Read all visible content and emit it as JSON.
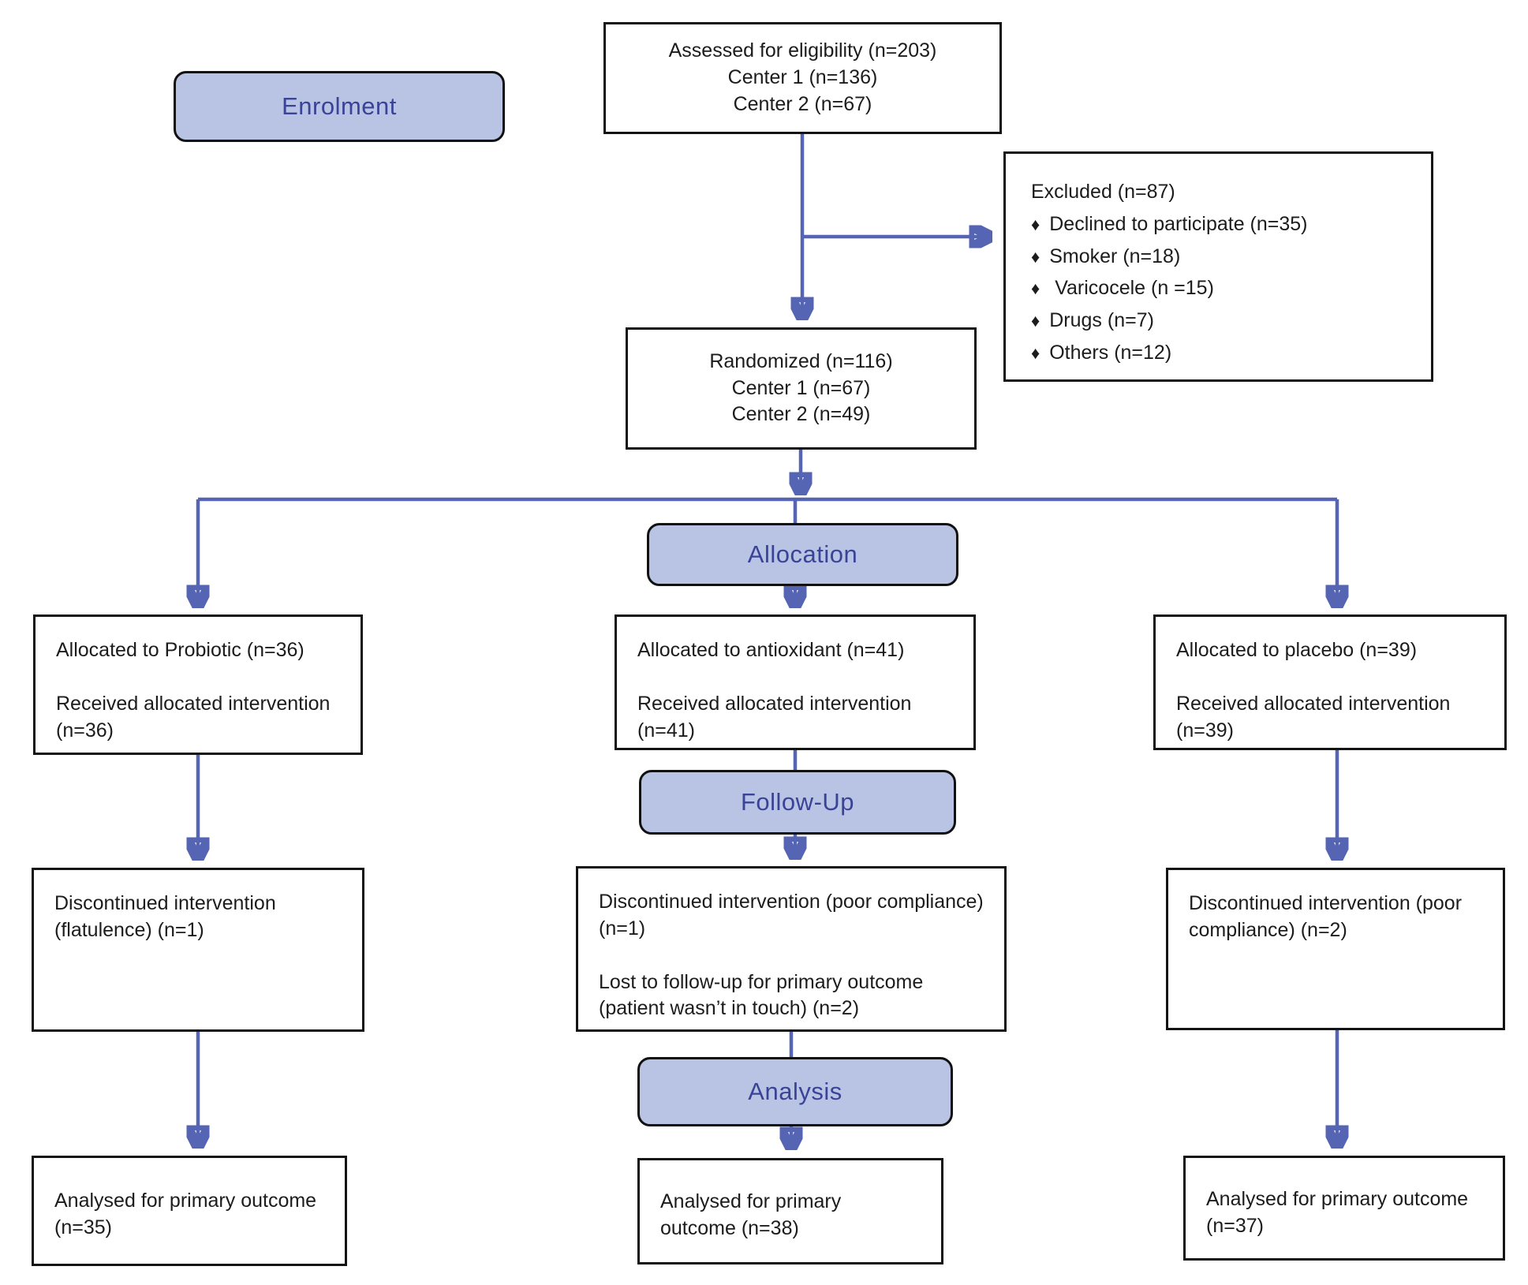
{
  "colors": {
    "arrow": "#5565b4",
    "band_fill": "#b9c4e4",
    "band_text": "#3b4397",
    "box_border": "#141414"
  },
  "stages": {
    "enrolment": "Enrolment",
    "allocation": "Allocation",
    "followup": "Follow-Up",
    "analysis": "Analysis"
  },
  "assessed": {
    "lines": [
      "Assessed for eligibility (n=203)",
      "Center 1 (n=136)",
      "Center 2 (n=67)"
    ]
  },
  "excluded": {
    "title": "Excluded (n=87)",
    "bullet": "♦",
    "items": [
      "Declined to participate (n=35)",
      "Smoker (n=18)",
      " Varicocele (n =15)",
      "Drugs (n=7)",
      "Others (n=12)"
    ]
  },
  "randomized": {
    "lines": [
      "Randomized (n=116)",
      "Center 1 (n=67)",
      "Center 2 (n=49)"
    ]
  },
  "allocation_row": {
    "probiotic": {
      "line1": "Allocated to Probiotic (n=36)",
      "line2": "Received allocated intervention (n=36)"
    },
    "antioxidant": {
      "line1": "Allocated to antioxidant (n=41)",
      "line2": "Received allocated intervention (n=41)"
    },
    "placebo": {
      "line1": "Allocated to placebo (n=39)",
      "line2": "Received allocated intervention (n=39)"
    }
  },
  "followup_row": {
    "probiotic": {
      "line1": "Discontinued intervention (flatulence) (n=1)"
    },
    "antioxidant": {
      "line1": "Discontinued intervention (poor compliance) (n=1)",
      "line2": "Lost to follow-up for primary outcome (patient wasn’t in touch) (n=2)"
    },
    "placebo": {
      "line1": "Discontinued intervention (poor compliance) (n=2)"
    }
  },
  "analysis_row": {
    "probiotic": "Analysed for primary outcome (n=35)",
    "antioxidant": "Analysed for primary outcome (n=38)",
    "placebo": "Analysed for primary outcome (n=37)"
  }
}
